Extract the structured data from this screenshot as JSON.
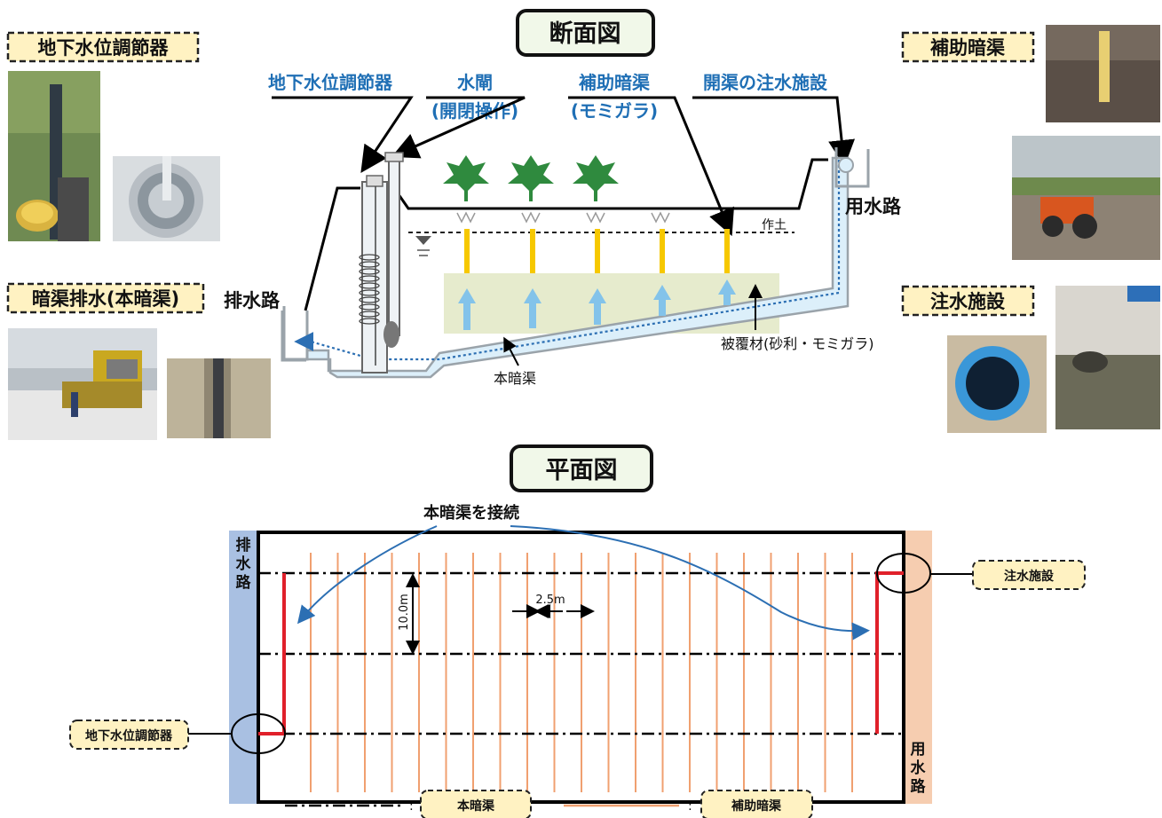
{
  "section": {
    "title": "断面図",
    "left_tag": "地下水位調節器",
    "left_tag2": "暗渠排水(本暗渠)",
    "right_tag": "補助暗渠",
    "right_tag2": "注水施設",
    "label_regulator": "地下水位調節器",
    "label_gate": "水閘",
    "label_gate_sub": "(開閉操作)",
    "label_aux": "補助暗渠",
    "label_aux_sub": "(モミガラ)",
    "label_inlet": "開渠の注水施設",
    "label_drain_channel": "排水路",
    "label_water_channel": "用水路",
    "label_topsoil": "作土",
    "label_main_drain": "本暗渠",
    "label_cover": "被覆材(砂利・モミガラ)"
  },
  "plan": {
    "title": "平面図",
    "connect_label": "本暗渠を接続",
    "left_channel": "排水路",
    "right_channel": "用水路",
    "spacing_label": "2.5m",
    "depth_label": "10.0m",
    "inlet_tag": "注水施設",
    "regulator_tag": "地下水位調節器",
    "legend": [
      {
        "label": "本暗渠",
        "style": "dash-dot",
        "color": "#000000"
      },
      {
        "label": "補助暗渠",
        "style": "solid",
        "color": "#f0a070"
      }
    ],
    "legend_colon": ":"
  },
  "colors": {
    "blue_label": "#1f6fb5",
    "tag_fill": "#fff2c2",
    "tag_border": "#222222",
    "drain_channel": "#a9c0e2",
    "water_channel": "#f6cdb0",
    "main_drain_red": "#e0202a",
    "aux_line": "#f0a070",
    "pipe_blue": "#dceffa",
    "cover_green": "#e6ebcd",
    "arrow_blue": "#83c3ea",
    "yellow_post": "#f6c800",
    "plant_green": "#2f8a3e"
  }
}
